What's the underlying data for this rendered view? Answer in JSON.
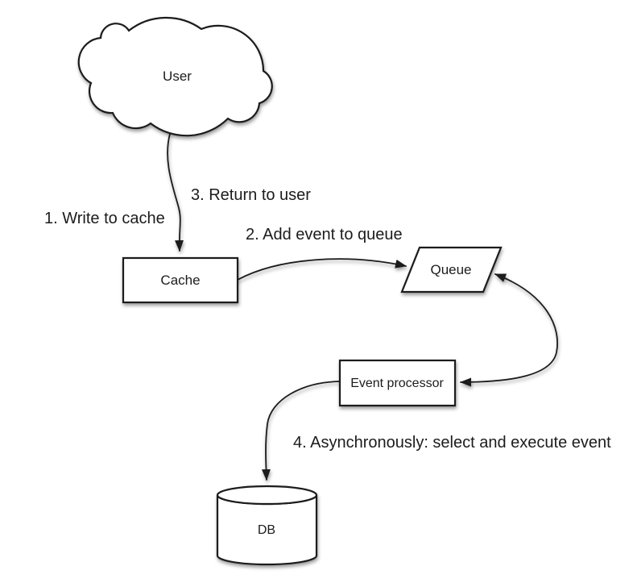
{
  "diagram": {
    "colors": {
      "background": "#ffffff",
      "line": "#1a1a1a",
      "shape_fill": "#ffffff",
      "text": "#1c1c1e"
    },
    "nodes": {
      "user": {
        "label": "User",
        "shape": "cloud"
      },
      "cache": {
        "label": "Cache",
        "shape": "rectangle"
      },
      "queue": {
        "label": "Queue",
        "shape": "parallelogram"
      },
      "event_processor": {
        "label": "Event processor",
        "shape": "rectangle"
      },
      "db": {
        "label": "DB",
        "shape": "cylinder"
      }
    },
    "steps": {
      "step1": "1. Write to cache",
      "step2": "2. Add event to queue",
      "step3": "3. Return to user",
      "step4": "4. Asynchronously: select and execute event"
    },
    "edges": [
      {
        "from": "user",
        "to": "cache",
        "labels": [
          "1. Write to cache",
          "3. Return to user"
        ]
      },
      {
        "from": "cache",
        "to": "queue",
        "labels": [
          "2. Add event to queue"
        ]
      },
      {
        "from": "event_processor",
        "to": "queue",
        "bidirectional": true,
        "labels": []
      },
      {
        "from": "event_processor",
        "to": "db",
        "labels": [
          "4. Asynchronously: select and execute event"
        ]
      }
    ]
  }
}
